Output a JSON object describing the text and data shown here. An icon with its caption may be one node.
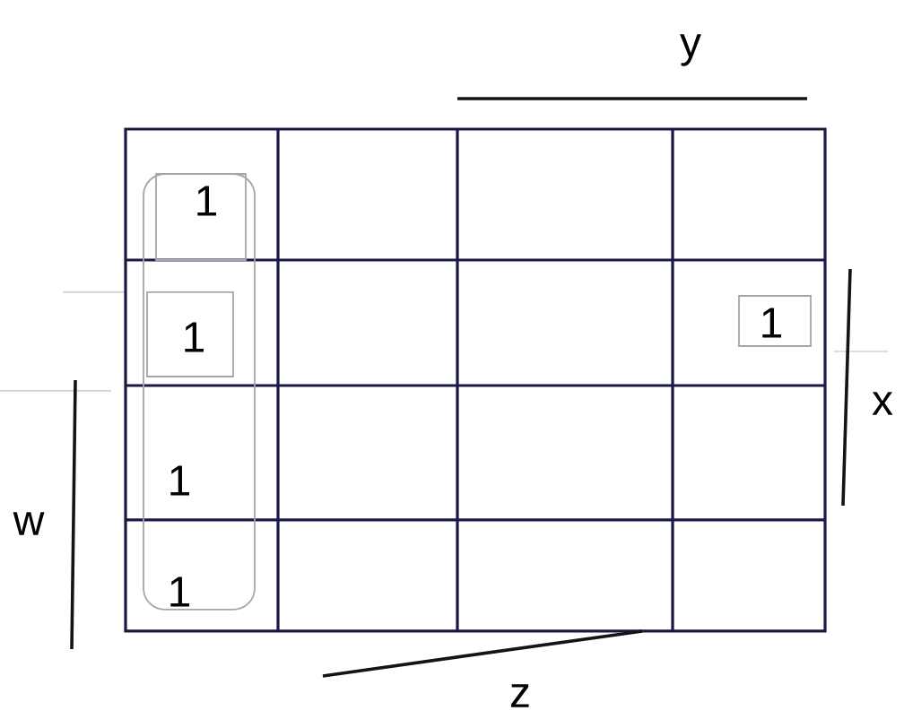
{
  "diagram": {
    "labels": [
      "y",
      "1",
      "1",
      "1",
      "x",
      "w",
      "1",
      "1",
      "z"
    ]
  }
}
